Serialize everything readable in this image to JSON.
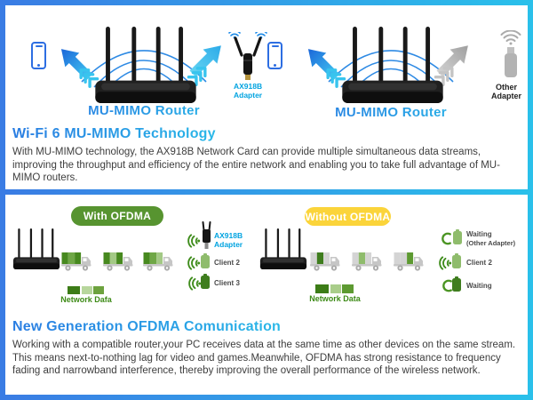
{
  "theme": {
    "border_g1": "#3a7ce4",
    "border_g2": "#2ac0ea",
    "title_g1": "#2a7de2",
    "title_g2": "#29b8e8",
    "green_badge": "#579430",
    "yellow_badge": "#fbd43a",
    "adapter_cyan": "#00a3e0",
    "body_text": "#3d3d3d",
    "net_green": "#3c8a15",
    "legend_text": "#4a4a4a"
  },
  "mimo_section": {
    "title": "Wi-Fi 6 MU-MIMO Technology",
    "body": "With MU-MIMO technology, the AX918B Network Card can provide multiple simultaneous data streams, improving the throughput and efficiency of the entire network and enabling you to take full advantage of MU-MIMO routers.",
    "left_diagram": {
      "router_label": "MU-MIMO Router",
      "adapter_label": "AX918B Adapter"
    },
    "right_diagram": {
      "router_label": "MU-MIMO Router",
      "adapter_label": "Other Adapter"
    }
  },
  "ofdma_section": {
    "title": "New Generation OFDMA Comunication",
    "body": "Working with a compatible router,your PC receives data at the same time as other devices on the same stream. This means next-to-nothing lag for video and games.Meanwhile, OFDMA has strong resistance to frequency fading and narrowband interference, thereby improving the overall performance of the wireless network.",
    "with_ofdma": {
      "badge": "With OFDMA",
      "clients": [
        "AX918B Adapter",
        "Client 2",
        "Client 3"
      ],
      "network_label": "Network Dafa"
    },
    "without_ofdma": {
      "badge": "Without OFDMA",
      "clients": [
        "Waiting",
        "Client 2",
        "Waiting"
      ],
      "client1_sub": "(Other Adapter)",
      "network_label": "Network Data"
    }
  }
}
